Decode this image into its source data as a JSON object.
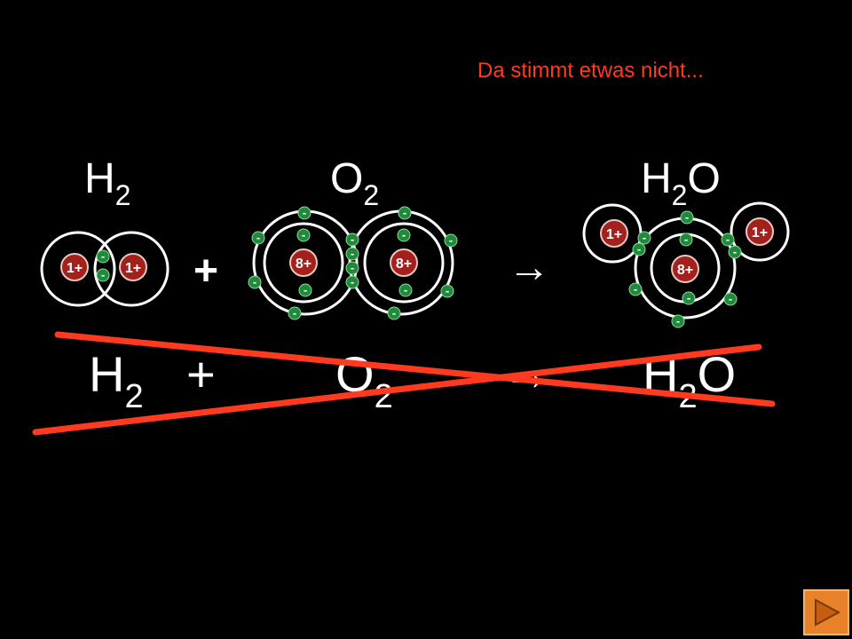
{
  "remark": "Da stimmt etwas nicht...",
  "remark_color": "#ff3a1e",
  "diagram_labels": {
    "h2": {
      "base": "H",
      "sub": "2"
    },
    "o2": {
      "base": "O",
      "sub": "2"
    },
    "h2o": {
      "base": "H",
      "sub": "2",
      "tail": "O"
    },
    "plus": "+",
    "arrow": "→"
  },
  "equation": {
    "h2": {
      "base": "H",
      "sub": "2"
    },
    "plus": "+",
    "o2": {
      "base": "O",
      "sub": "2"
    },
    "arrow": "→",
    "h2o": {
      "base": "H",
      "sub": "2",
      "tail": "O"
    }
  },
  "nuclei": {
    "hydrogen": "1+",
    "oxygen": "8+"
  },
  "electron_symbol": "-",
  "colors": {
    "nucleus": "#a3201c",
    "electron": "#1f8a3a",
    "shell": "#ffffff",
    "strike": "#ff3a1e",
    "next_button": "#e8822a"
  },
  "icons": {
    "next": "play-triangle-icon"
  }
}
